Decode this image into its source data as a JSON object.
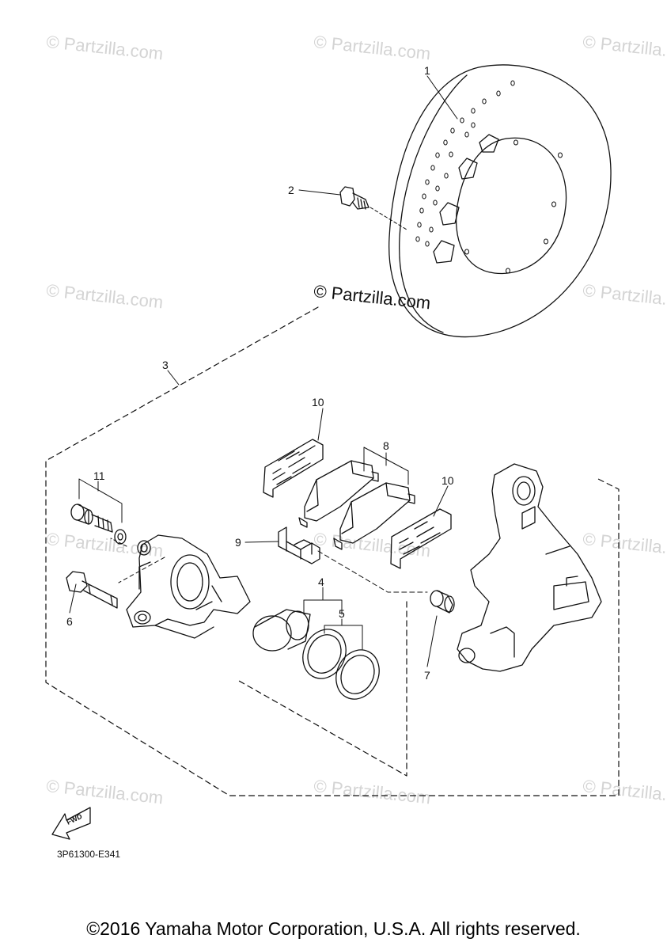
{
  "watermarks": {
    "text": "© Partzilla.com",
    "center_text": "© Partzilla.com"
  },
  "callouts": [
    "1",
    "2",
    "3",
    "4",
    "5",
    "6",
    "7",
    "8",
    "9",
    "10",
    "10",
    "11"
  ],
  "fwd_label": "FWD",
  "diagram_code": "3P61300-E341",
  "copyright": "©2016 Yamaha Motor Corporation, U.S.A. All rights reserved.",
  "colors": {
    "line": "#111111",
    "watermark": "#d4d4d4",
    "background": "#ffffff"
  }
}
